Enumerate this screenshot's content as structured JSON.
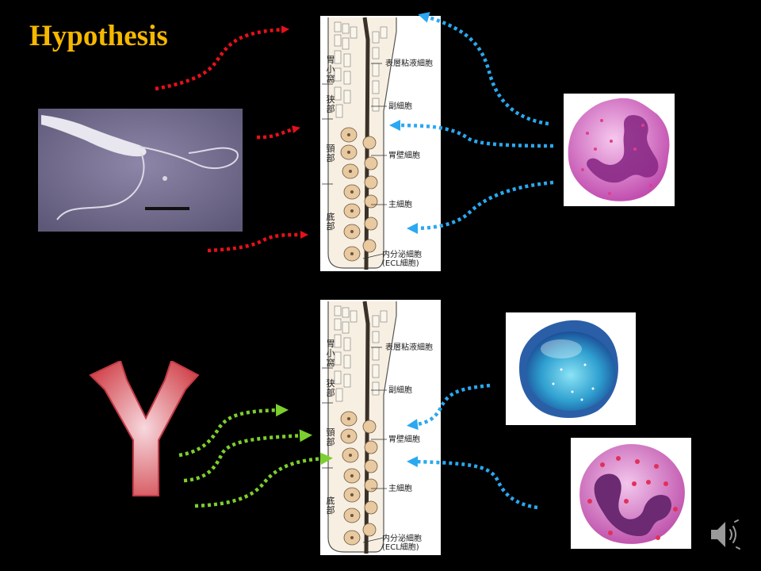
{
  "slide": {
    "title": "Hypothesis"
  },
  "gland": {
    "regions": [
      "胃小窩",
      "狭部",
      "頸部",
      "底部"
    ],
    "cells": [
      {
        "key": "surface",
        "label": "表層粘液細胞"
      },
      {
        "key": "mucous_neck",
        "label": "副細胞"
      },
      {
        "key": "parietal",
        "label": "胃壁細胞"
      },
      {
        "key": "chief",
        "label": "主細胞"
      },
      {
        "key": "endocrine",
        "label": "内分泌細胞"
      },
      {
        "key": "ecl",
        "label": "(ECL細胞)"
      }
    ]
  },
  "colors": {
    "title": "#f5b800",
    "bacteria_arrows": "#e8101a",
    "immune_arrows": "#2aa8f0",
    "antibody_arrows": "#7ccf2e",
    "neutrophil": "#c85ab4",
    "lymphocyte": "#2f7ec2"
  },
  "icons": {
    "bacteria": "helicobacter-micrograph",
    "neutrophil_top": "neutrophil-icon",
    "lymphocyte": "lymphocyte-icon",
    "eosinophil": "eosinophil-icon",
    "antibody": "antibody-icon",
    "audio": "speaker-icon"
  }
}
